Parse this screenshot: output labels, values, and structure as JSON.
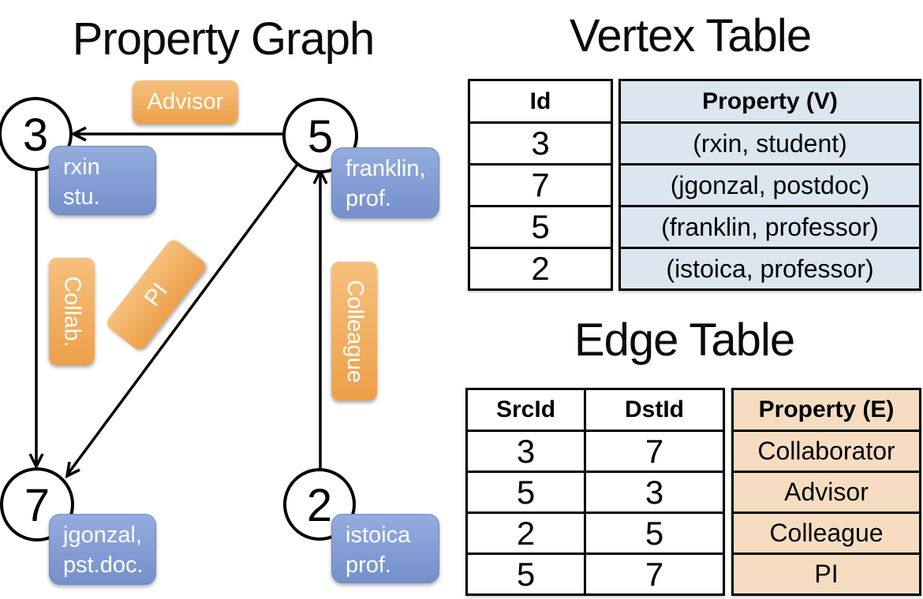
{
  "graph": {
    "title": "Property Graph",
    "nodes": [
      {
        "id": "3"
      },
      {
        "id": "5"
      },
      {
        "id": "7"
      },
      {
        "id": "2"
      }
    ],
    "edges": [
      {
        "from": "5",
        "to": "3",
        "label": "Advisor"
      },
      {
        "from": "3",
        "to": "7",
        "label": "Collab."
      },
      {
        "from": "5",
        "to": "7",
        "label": "PI"
      },
      {
        "from": "2",
        "to": "5",
        "label": "Colleague"
      }
    ],
    "vertex_cards": [
      {
        "node": "3",
        "lines": [
          "rxin",
          "stu."
        ]
      },
      {
        "node": "5",
        "lines": [
          "franklin,",
          "prof."
        ]
      },
      {
        "node": "7",
        "lines": [
          "jgonzal,",
          "pst.doc."
        ]
      },
      {
        "node": "2",
        "lines": [
          "istoica",
          "prof."
        ]
      }
    ]
  },
  "vertex_table": {
    "title": "Vertex Table",
    "columns": [
      "Id",
      "Property (V)"
    ],
    "rows": [
      {
        "id": "3",
        "property": "(rxin, student)"
      },
      {
        "id": "7",
        "property": "(jgonzal, postdoc)"
      },
      {
        "id": "5",
        "property": "(franklin, professor)"
      },
      {
        "id": "2",
        "property": "(istoica, professor)"
      }
    ]
  },
  "edge_table": {
    "title": "Edge Table",
    "columns": [
      "SrcId",
      "DstId",
      "Property (E)"
    ],
    "rows": [
      {
        "src": "3",
        "dst": "7",
        "property": "Collaborator"
      },
      {
        "src": "5",
        "dst": "3",
        "property": "Advisor"
      },
      {
        "src": "2",
        "dst": "5",
        "property": "Colleague"
      },
      {
        "src": "5",
        "dst": "7",
        "property": "PI"
      }
    ]
  },
  "colors": {
    "orange_top": "#F6C07E",
    "orange_bottom": "#EDA049",
    "blue_top": "#94ACDE",
    "blue_bottom": "#7490CB",
    "blue_border": "#6C87C2",
    "vertex_fill": "#DCE6F1",
    "edge_fill": "#F6DDC1",
    "ink": "#000000"
  }
}
